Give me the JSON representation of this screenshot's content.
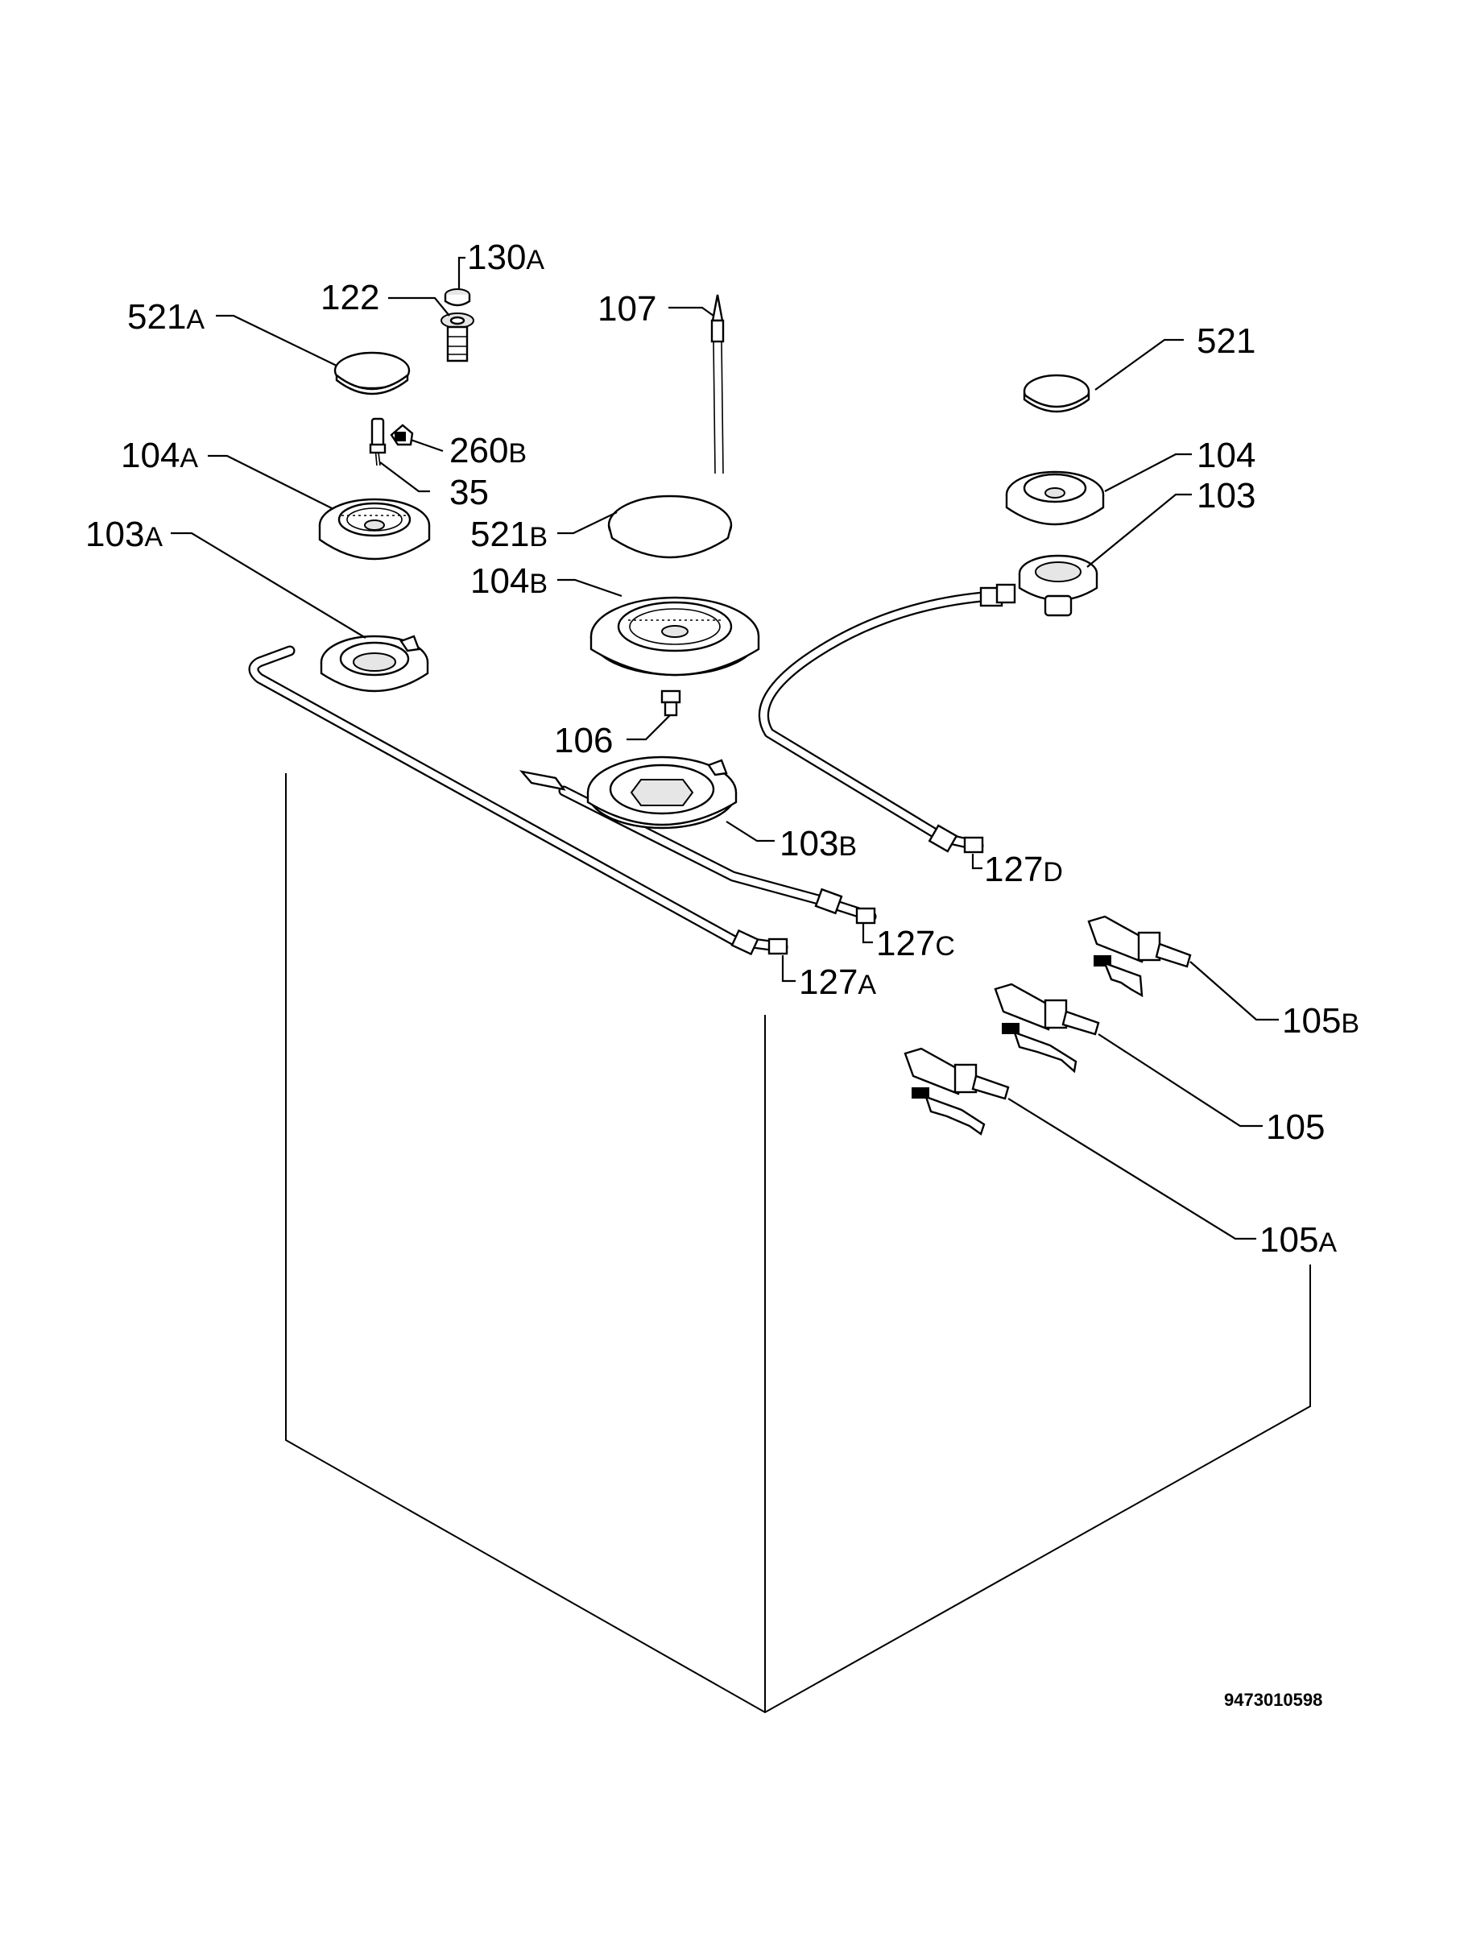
{
  "diagram": {
    "document_id": "9473010598",
    "labels": [
      {
        "id": "130A",
        "num": "130",
        "suf": "A"
      },
      {
        "id": "122",
        "num": "122",
        "suf": ""
      },
      {
        "id": "521A",
        "num": "521",
        "suf": "A"
      },
      {
        "id": "107",
        "num": "107",
        "suf": ""
      },
      {
        "id": "521",
        "num": "521",
        "suf": ""
      },
      {
        "id": "260B",
        "num": "260",
        "suf": "B"
      },
      {
        "id": "35",
        "num": "35",
        "suf": ""
      },
      {
        "id": "104A",
        "num": "104",
        "suf": "A"
      },
      {
        "id": "104",
        "num": "104",
        "suf": ""
      },
      {
        "id": "103",
        "num": "103",
        "suf": ""
      },
      {
        "id": "103A",
        "num": "103",
        "suf": "A"
      },
      {
        "id": "521B",
        "num": "521",
        "suf": "B"
      },
      {
        "id": "104B",
        "num": "104",
        "suf": "B"
      },
      {
        "id": "106",
        "num": "106",
        "suf": ""
      },
      {
        "id": "103B",
        "num": "103",
        "suf": "B"
      },
      {
        "id": "127D",
        "num": "127",
        "suf": "D"
      },
      {
        "id": "127C",
        "num": "127",
        "suf": "C"
      },
      {
        "id": "127A",
        "num": "127",
        "suf": "A"
      },
      {
        "id": "105B",
        "num": "105",
        "suf": "B"
      },
      {
        "id": "105",
        "num": "105",
        "suf": ""
      },
      {
        "id": "105A",
        "num": "105",
        "suf": "A"
      }
    ]
  }
}
